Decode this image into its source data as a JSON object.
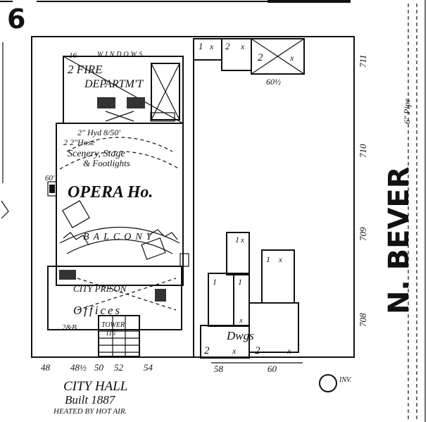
{
  "sheet_number": "6",
  "street_name": "N. BEVER",
  "street_note": "6\" Pipe",
  "address_numbers_right": [
    "711",
    "710",
    "709",
    "708"
  ],
  "address_numbers_bottom": [
    "48",
    "48½",
    "50",
    "52",
    "54"
  ],
  "address_numbers_bottom_right": [
    "58",
    "60"
  ],
  "building": {
    "fire_department": {
      "line1": "2 FIRE",
      "line2": "DEPARTM'T",
      "windows_note": "WINDOWS",
      "windows_count": "16"
    },
    "hose_note_1": "2\" Hyd 8/50'",
    "hose_note_2": "2 2\"Hose",
    "stage_line1": "Scenery, Stage",
    "stage_line2": "& Footlights",
    "opera_label": "OPERA Ho.",
    "height_note": "60'",
    "balcony_label": "BALCONY",
    "prison_label": "CITY PRISON",
    "offices_label": "Offices",
    "tower_label": "TOWER",
    "tower_height": "115'",
    "stories_note": "2&B."
  },
  "title_block": {
    "line1": "CITY HALL",
    "line2": "Built 1887",
    "line3": "HEATED BY HOT AIR."
  },
  "outbuildings": {
    "top_labels": [
      "1",
      "x",
      "2",
      "x",
      "2",
      "x"
    ],
    "top_height": "60½",
    "dwgs_label": "Dwgs",
    "dwgs_floors": [
      "2",
      "x",
      "2",
      "x"
    ],
    "upper_labels": [
      "1",
      "x",
      "1",
      "x",
      "1",
      "1",
      "x"
    ]
  },
  "hydrant_label": "INV."
}
